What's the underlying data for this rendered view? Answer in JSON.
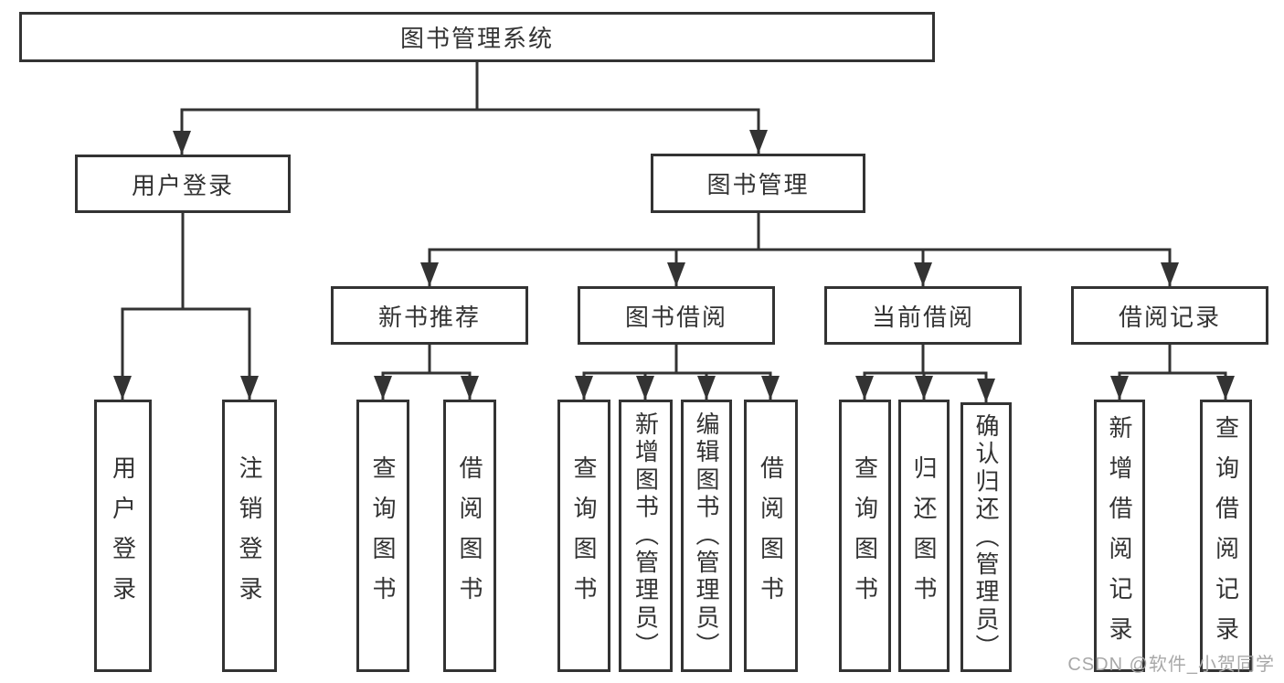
{
  "diagram": {
    "root": {
      "label": "图书管理系统"
    },
    "branches": [
      {
        "label": "用户登录"
      },
      {
        "label": "图书管理"
      }
    ],
    "sections": [
      {
        "label": "新书推荐"
      },
      {
        "label": "图书借阅"
      },
      {
        "label": "当前借阅"
      },
      {
        "label": "借阅记录"
      }
    ],
    "leaves": {
      "userLogin": [
        "用户登录",
        "注销登录"
      ],
      "newBooks": [
        "查询图书",
        "借阅图书"
      ],
      "bookBorrow": [
        "查询图书",
        "新增图书（管理员）",
        "编辑图书（管理员）",
        "借阅图书"
      ],
      "currentBorrow": [
        "查询图书",
        "归还图书",
        "确认归还（管理员）"
      ],
      "borrowRecords": [
        "新增借阅记录",
        "查询借阅记录"
      ]
    }
  },
  "watermark": "CSDN @软件_小贺同学",
  "colors": {
    "line": "#333333",
    "text": "#333333",
    "watermark": "#a8a8a8"
  }
}
